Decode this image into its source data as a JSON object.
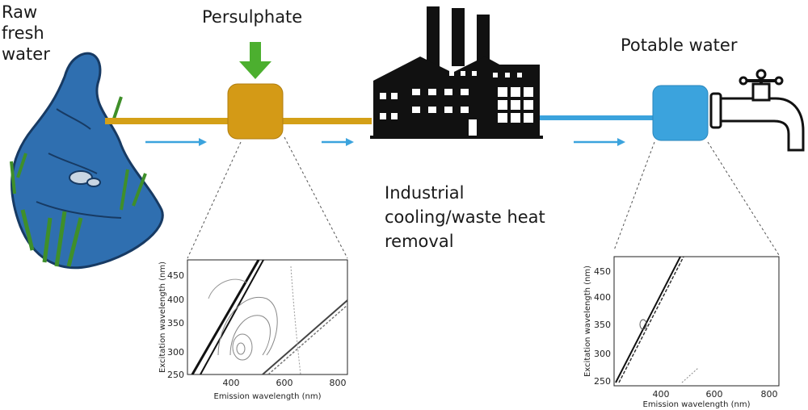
{
  "labels": {
    "raw_fresh_water": "Raw\nfresh\nwater",
    "persulphate": "Persulphate",
    "industrial": "Industrial\ncooling/waste heat\nremoval",
    "potable_water": "Potable water"
  },
  "colors": {
    "persulphate_pipe": "#d4a017",
    "clean_pipe": "#3ba3dd",
    "arrow_blue": "#3ba3dd",
    "dose_arrow": "#4caf2f",
    "river": "#2f6fb0"
  },
  "plots": {
    "left": {
      "xlabel": "Emission wavelength (nm)",
      "ylabel": "Excitation wavelength (nm)",
      "xticks": [
        "400",
        "600",
        "800"
      ],
      "yticks": [
        "250",
        "300",
        "350",
        "400",
        "450"
      ]
    },
    "right": {
      "xlabel": "Emission wavelength (nm)",
      "ylabel": "Excitation wavelength (nm)",
      "xticks": [
        "400",
        "600",
        "800"
      ],
      "yticks": [
        "250",
        "300",
        "350",
        "400",
        "450"
      ]
    }
  },
  "icons": [
    "river-icon",
    "dose-arrow-icon",
    "factory-icon",
    "tap-icon"
  ]
}
